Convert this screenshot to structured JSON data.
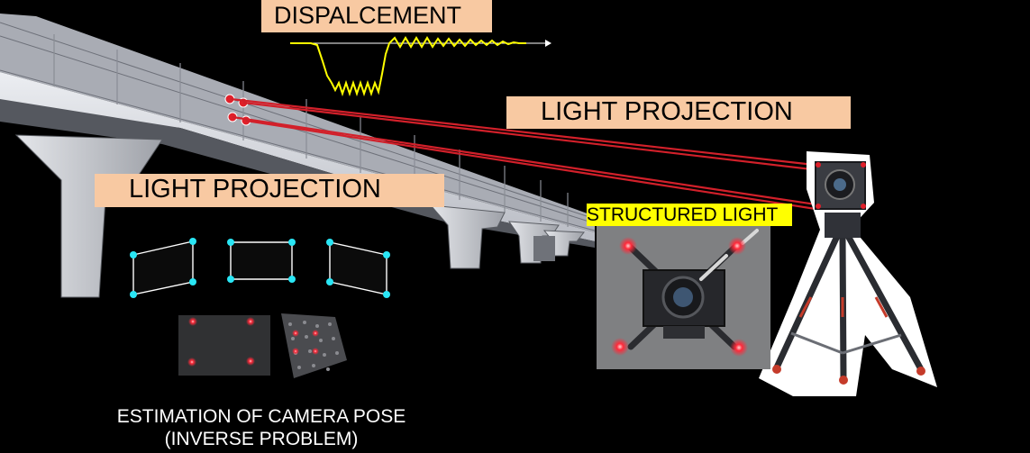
{
  "labels": {
    "displacement": "DISPALCEMENT",
    "light_projection_right": "LIGHT PROJECTION",
    "light_projection_left": "LIGHT PROJECTION",
    "structured_light": "STRUCTURED LIGHT"
  },
  "caption": {
    "line1": "ESTIMATION OF CAMERA POSE",
    "line2": "(INVERSE PROBLEM)"
  },
  "colors": {
    "background": "#000000",
    "label_fill": "#f8c9a2",
    "highlight_fill": "#ffff00",
    "signal": "#ffff00",
    "laser": "#d2202a",
    "marker": "#29e6f5",
    "bridge": "#dcdfe6"
  },
  "icons": [
    "bridge-illustration",
    "laser-beams",
    "displacement-signal",
    "camera-on-tripod",
    "structured-light-rig",
    "pose-rectangles"
  ]
}
